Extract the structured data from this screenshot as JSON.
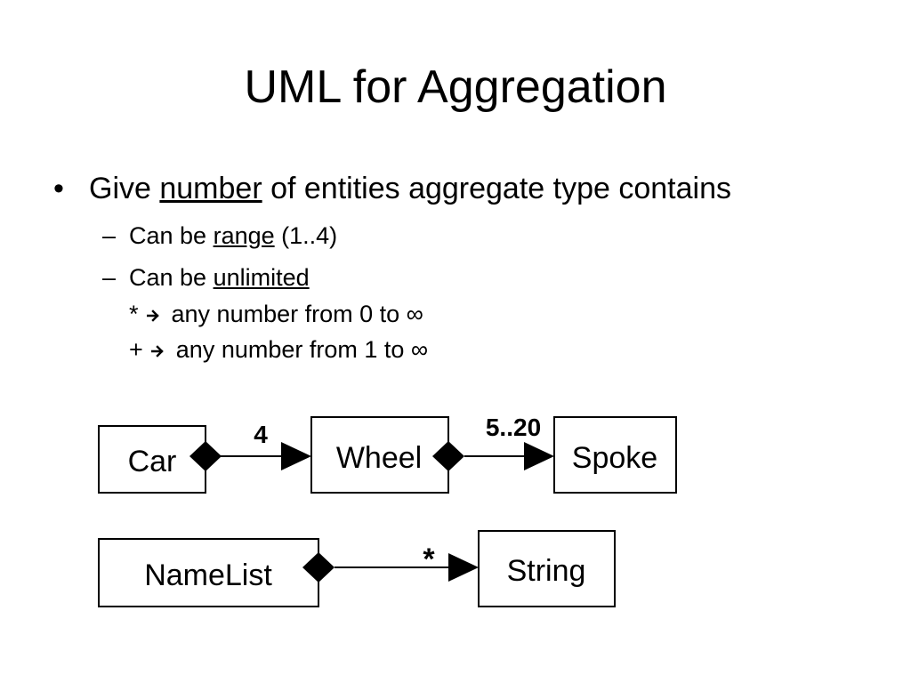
{
  "slide": {
    "title": "UML for Aggregation",
    "bullet": {
      "marker": "•",
      "pre": "Give ",
      "underlined": "number",
      "post": " of entities aggregate type contains"
    },
    "sub1": {
      "dash": "–",
      "pre": "Can be ",
      "underlined": "range",
      "post": " (1..4)"
    },
    "sub2": {
      "dash": "–",
      "pre": "Can be ",
      "underlined": "unlimited",
      "line2_pre": "* ",
      "line2_post": " any number from 0 to ∞",
      "line3_pre": "+ ",
      "line3_post": " any number from 1 to ∞"
    }
  },
  "diagram": {
    "classes": {
      "car": "Car",
      "wheel": "Wheel",
      "spoke": "Spoke",
      "namelist": "NameList",
      "string": "String"
    },
    "multiplicities": {
      "car_wheel": "4",
      "wheel_spoke": "5..20",
      "namelist_string": "*"
    }
  }
}
